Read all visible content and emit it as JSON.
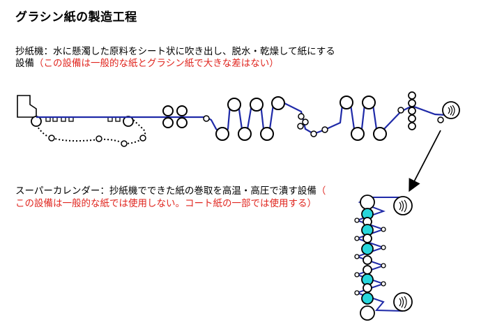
{
  "title": "グラシン紙の製造工程",
  "paper_machine": {
    "line1": "抄紙機：水に懸濁した原料をシート状に吹き出し、脱水・乾燥して紙にする",
    "line2_black": "設備",
    "line2_red": "（この設備は一般的な紙とグラシン紙で大きな差はない）"
  },
  "supercalender": {
    "line1_black": "スーパーカレンダー：抄紙機でできた紙の巻取を高温・高圧で潰す設備",
    "line1_red": "（",
    "line2_red": "この設備は一般的な紙では使用しない。コート紙の一部では使用する）"
  },
  "colors": {
    "paper_path": "#1f2aa8",
    "heated_roll": "#27d6dc",
    "note": "#e0261f",
    "line": "#000000"
  }
}
